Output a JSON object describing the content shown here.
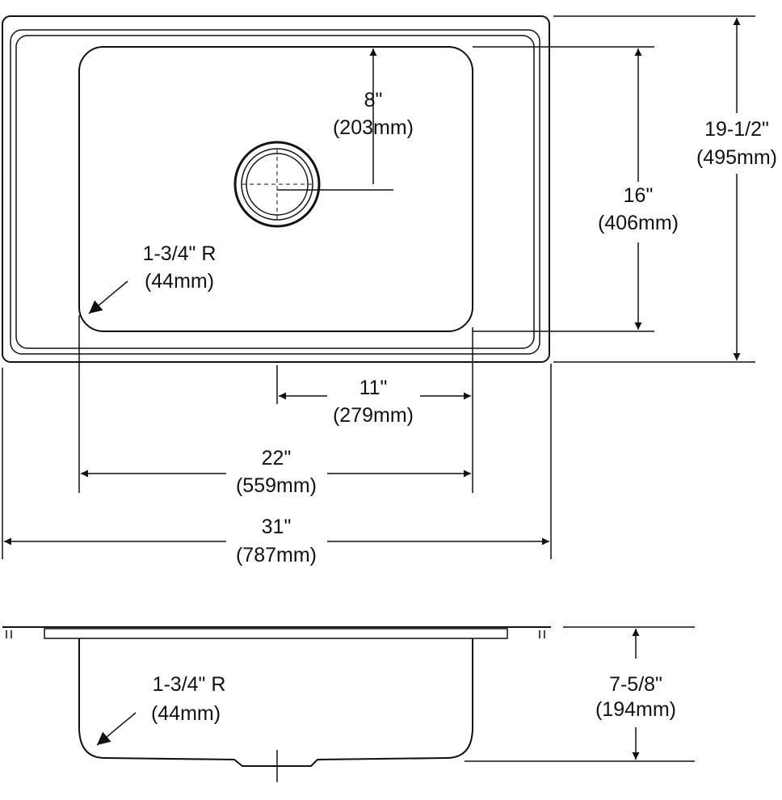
{
  "top_view": {
    "drain_depth": {
      "imperial": "8\"",
      "metric": "(203mm)"
    },
    "bowl_width": {
      "imperial": "16\"",
      "metric": "(406mm)"
    },
    "overall_width": {
      "imperial": "19-1/2\"",
      "metric": "(495mm)"
    },
    "drain_offset": {
      "imperial": "11\"",
      "metric": "(279mm)"
    },
    "bowl_length": {
      "imperial": "22\"",
      "metric": "(559mm)"
    },
    "overall_length": {
      "imperial": "31\"",
      "metric": "(787mm)"
    },
    "corner_radius": {
      "imperial": "1-3/4\" R",
      "metric": "(44mm)"
    }
  },
  "side_view": {
    "bowl_depth": {
      "imperial": "7-5/8\"",
      "metric": "(194mm)"
    },
    "corner_radius": {
      "imperial": "1-3/4\" R",
      "metric": "(44mm)"
    }
  }
}
